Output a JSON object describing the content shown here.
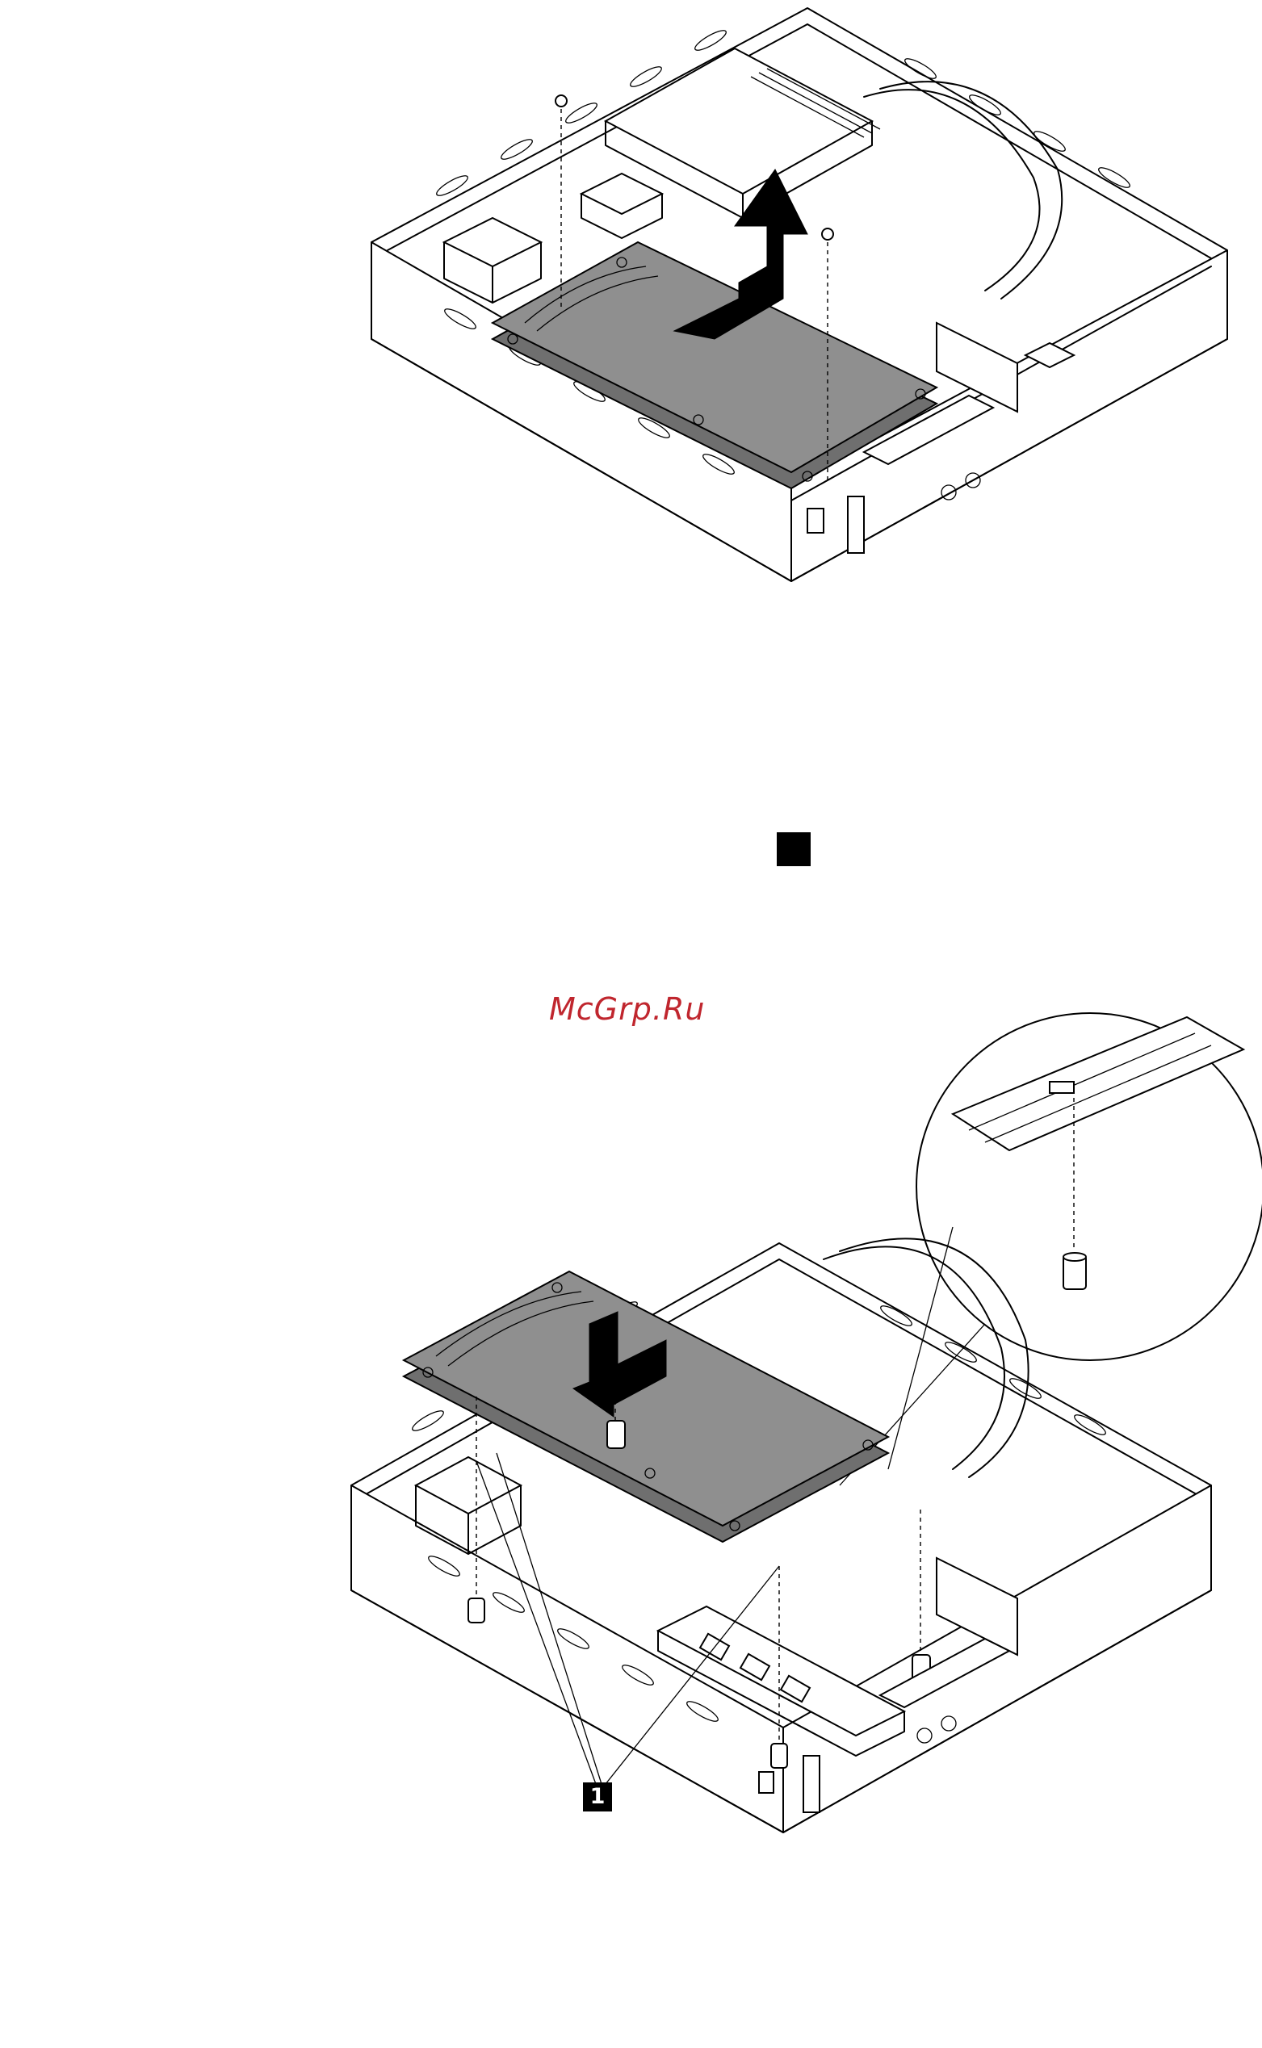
{
  "watermark": {
    "text": "McGrp.Ru",
    "color": "#c0262e"
  },
  "callout": {
    "label": "1"
  },
  "figures": [
    {
      "name": "remove-hdd-figure"
    },
    {
      "name": "install-hdd-figure"
    }
  ],
  "colors": {
    "drive_fill": "#8f8f8f",
    "line": "#000000"
  }
}
